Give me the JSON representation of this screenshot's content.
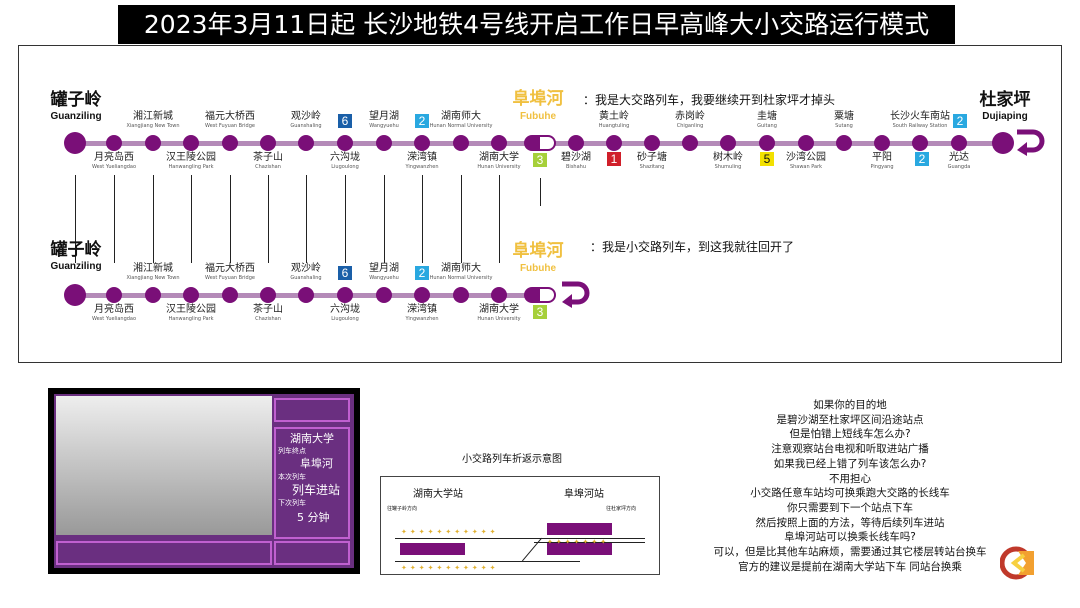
{
  "title": "2023年3月11日起 长沙地铁4号线开启工作日早高峰大小交路运行模式",
  "colors": {
    "line": "#7a0f78",
    "line_light": "#b48ab8",
    "fubuhe": "#f0c040",
    "line1": "#d01f2a",
    "line2": "#29a8e0",
    "line3": "#a6d03a",
    "line5": "#f2e000",
    "line6": "#1a5fa8"
  },
  "terminals": {
    "start": {
      "cn": "罐子岭",
      "en": "Guanziling"
    },
    "turn": {
      "cn": "阜埠河",
      "en": "Fubuhe"
    },
    "end": {
      "cn": "杜家坪",
      "en": "Dujiaping"
    }
  },
  "stations": [
    {
      "cn": "月亮岛西",
      "en": "West Yueliangdao",
      "pos": "below"
    },
    {
      "cn": "湘江新城",
      "en": "Xiangjiang New Town",
      "pos": "above"
    },
    {
      "cn": "汉王陵公园",
      "en": "Hanwangling Park",
      "pos": "below"
    },
    {
      "cn": "福元大桥西",
      "en": "West Fuyuan Bridge",
      "pos": "above"
    },
    {
      "cn": "茶子山",
      "en": "Chazishan",
      "pos": "below"
    },
    {
      "cn": "观沙岭",
      "en": "Guanshaling",
      "pos": "above"
    },
    {
      "cn": "六沟垅",
      "en": "Liugoulong",
      "pos": "below",
      "transfer": "6"
    },
    {
      "cn": "望月湖",
      "en": "Wangyuehu",
      "pos": "above"
    },
    {
      "cn": "溁湾镇",
      "en": "Yingwanzhen",
      "pos": "below",
      "transfer": "2"
    },
    {
      "cn": "湖南师大",
      "en": "Hunan Normal University",
      "pos": "above"
    },
    {
      "cn": "湖南大学",
      "en": "Hunan University",
      "pos": "below"
    }
  ],
  "fubuhe_transfer": "3",
  "stations_east": [
    {
      "cn": "碧沙湖",
      "en": "Bishahu",
      "pos": "below"
    },
    {
      "cn": "黄土岭",
      "en": "Huangtuling",
      "pos": "above",
      "transfer": "1"
    },
    {
      "cn": "砂子塘",
      "en": "Shazitang",
      "pos": "below"
    },
    {
      "cn": "赤岗岭",
      "en": "Chiganling",
      "pos": "above"
    },
    {
      "cn": "树木岭",
      "en": "Shumuling",
      "pos": "below"
    },
    {
      "cn": "圭塘",
      "en": "Guitang",
      "pos": "above",
      "transfer": "5"
    },
    {
      "cn": "沙湾公园",
      "en": "Shawan Park",
      "pos": "below"
    },
    {
      "cn": "粟塘",
      "en": "Sutang",
      "pos": "above"
    },
    {
      "cn": "平阳",
      "en": "Pingyang",
      "pos": "below"
    },
    {
      "cn": "长沙火车南站",
      "en": "South Railway Station",
      "pos": "above",
      "transfer": "2"
    },
    {
      "cn": "光达",
      "en": "Guangda",
      "pos": "below",
      "transfer": "2"
    }
  ],
  "notes": {
    "long": "：我是大交路列车，我要继续开到杜家坪才掉头",
    "short": "：我是小交路列车，到这我就往回开了"
  },
  "tv": {
    "station": "湖南大学",
    "dest_label": "列车终点",
    "dest": "阜埠河",
    "this_label": "本次列车",
    "this": "列车进站",
    "next_label": "下次列车",
    "next": "5 分钟"
  },
  "diagram": {
    "title": "小交路列车折返示意图",
    "left_station": "湖南大学站",
    "right_station": "阜埠河站",
    "left_dir": "往罐子岭方向",
    "right_dir": "往杜家坪方向"
  },
  "faq": [
    "如果你的目的地",
    "是碧沙湖至杜家坪区间沿途站点",
    "但是怕错上短线车怎么办?",
    "注意观察站台电视和听取进站广播",
    "如果我已经上错了列车该怎么办?",
    "不用担心",
    "小交路任意车站均可换乘跑大交路的长线车",
    "你只需要到下一个站点下车",
    "然后按照上面的方法，等待后续列车进站",
    "阜埠河站可以换乘长线车吗?",
    "可以，但是比其他车站麻烦，需要通过其它楼层转站台换车",
    "官方的建议是提前在湖南大学站下车 同站台换乘"
  ]
}
